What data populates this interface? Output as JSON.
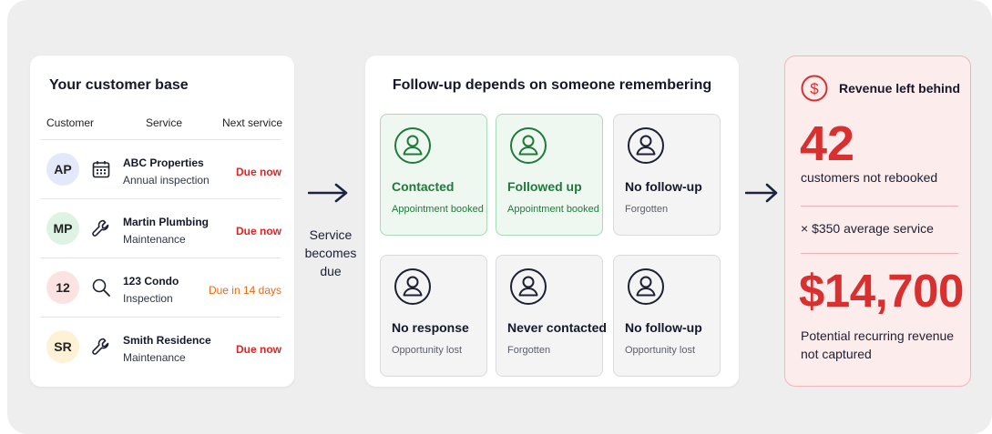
{
  "customers_panel": {
    "title": "Your customer base",
    "headers": {
      "customer": "Customer",
      "service": "Service",
      "next": "Next service"
    },
    "rows": [
      {
        "initials": "AP",
        "avatar_color": "#e3e8fb",
        "icon": "calendar-icon",
        "name": "ABC Properties",
        "service": "Annual inspection",
        "due": "Due now",
        "due_color": "#e02424"
      },
      {
        "initials": "MP",
        "avatar_color": "#dff3e5",
        "icon": "wrench-icon",
        "name": "Martin Plumbing",
        "service": "Maintenance",
        "due": "Due now",
        "due_color": "#e02424"
      },
      {
        "initials": "12",
        "avatar_color": "#fde2e2",
        "icon": "search-icon",
        "name": "123 Condo",
        "service": "Inspection",
        "due": "Due in 14 days",
        "due_color": "#ea6a12"
      },
      {
        "initials": "SR",
        "avatar_color": "#fdf1d6",
        "icon": "wrench-icon",
        "name": "Smith Residence",
        "service": "Maintenance",
        "due": "Due now",
        "due_color": "#e02424"
      }
    ]
  },
  "transition": {
    "label_line1": "Service",
    "label_line2": "becomes",
    "label_line3": "due"
  },
  "followup_panel": {
    "title": "Follow-up depends on someone remembering",
    "cards": [
      {
        "title": "Contacted",
        "subtitle": "Appointment booked",
        "status": "success"
      },
      {
        "title": "Followed up",
        "subtitle": "Appointment booked",
        "status": "success"
      },
      {
        "title": "No follow-up",
        "subtitle": "Forgotten",
        "status": "neutral"
      },
      {
        "title": "No response",
        "subtitle": "Opportunity lost",
        "status": "neutral"
      },
      {
        "title": "Never contacted",
        "subtitle": "Forgotten",
        "status": "neutral"
      },
      {
        "title": "No follow-up",
        "subtitle": "Opportunity lost",
        "status": "neutral"
      }
    ]
  },
  "revenue_panel": {
    "title": "Revenue left behind",
    "count": "42",
    "count_label": "customers not rebooked",
    "multiplier": "× $350 average service",
    "total": "$14,700",
    "total_label": "Potential recurring revenue not captured"
  },
  "colors": {
    "accent_red": "#d92f2f",
    "success_green": "#1f7a3a",
    "arrow": "#1b2340"
  }
}
